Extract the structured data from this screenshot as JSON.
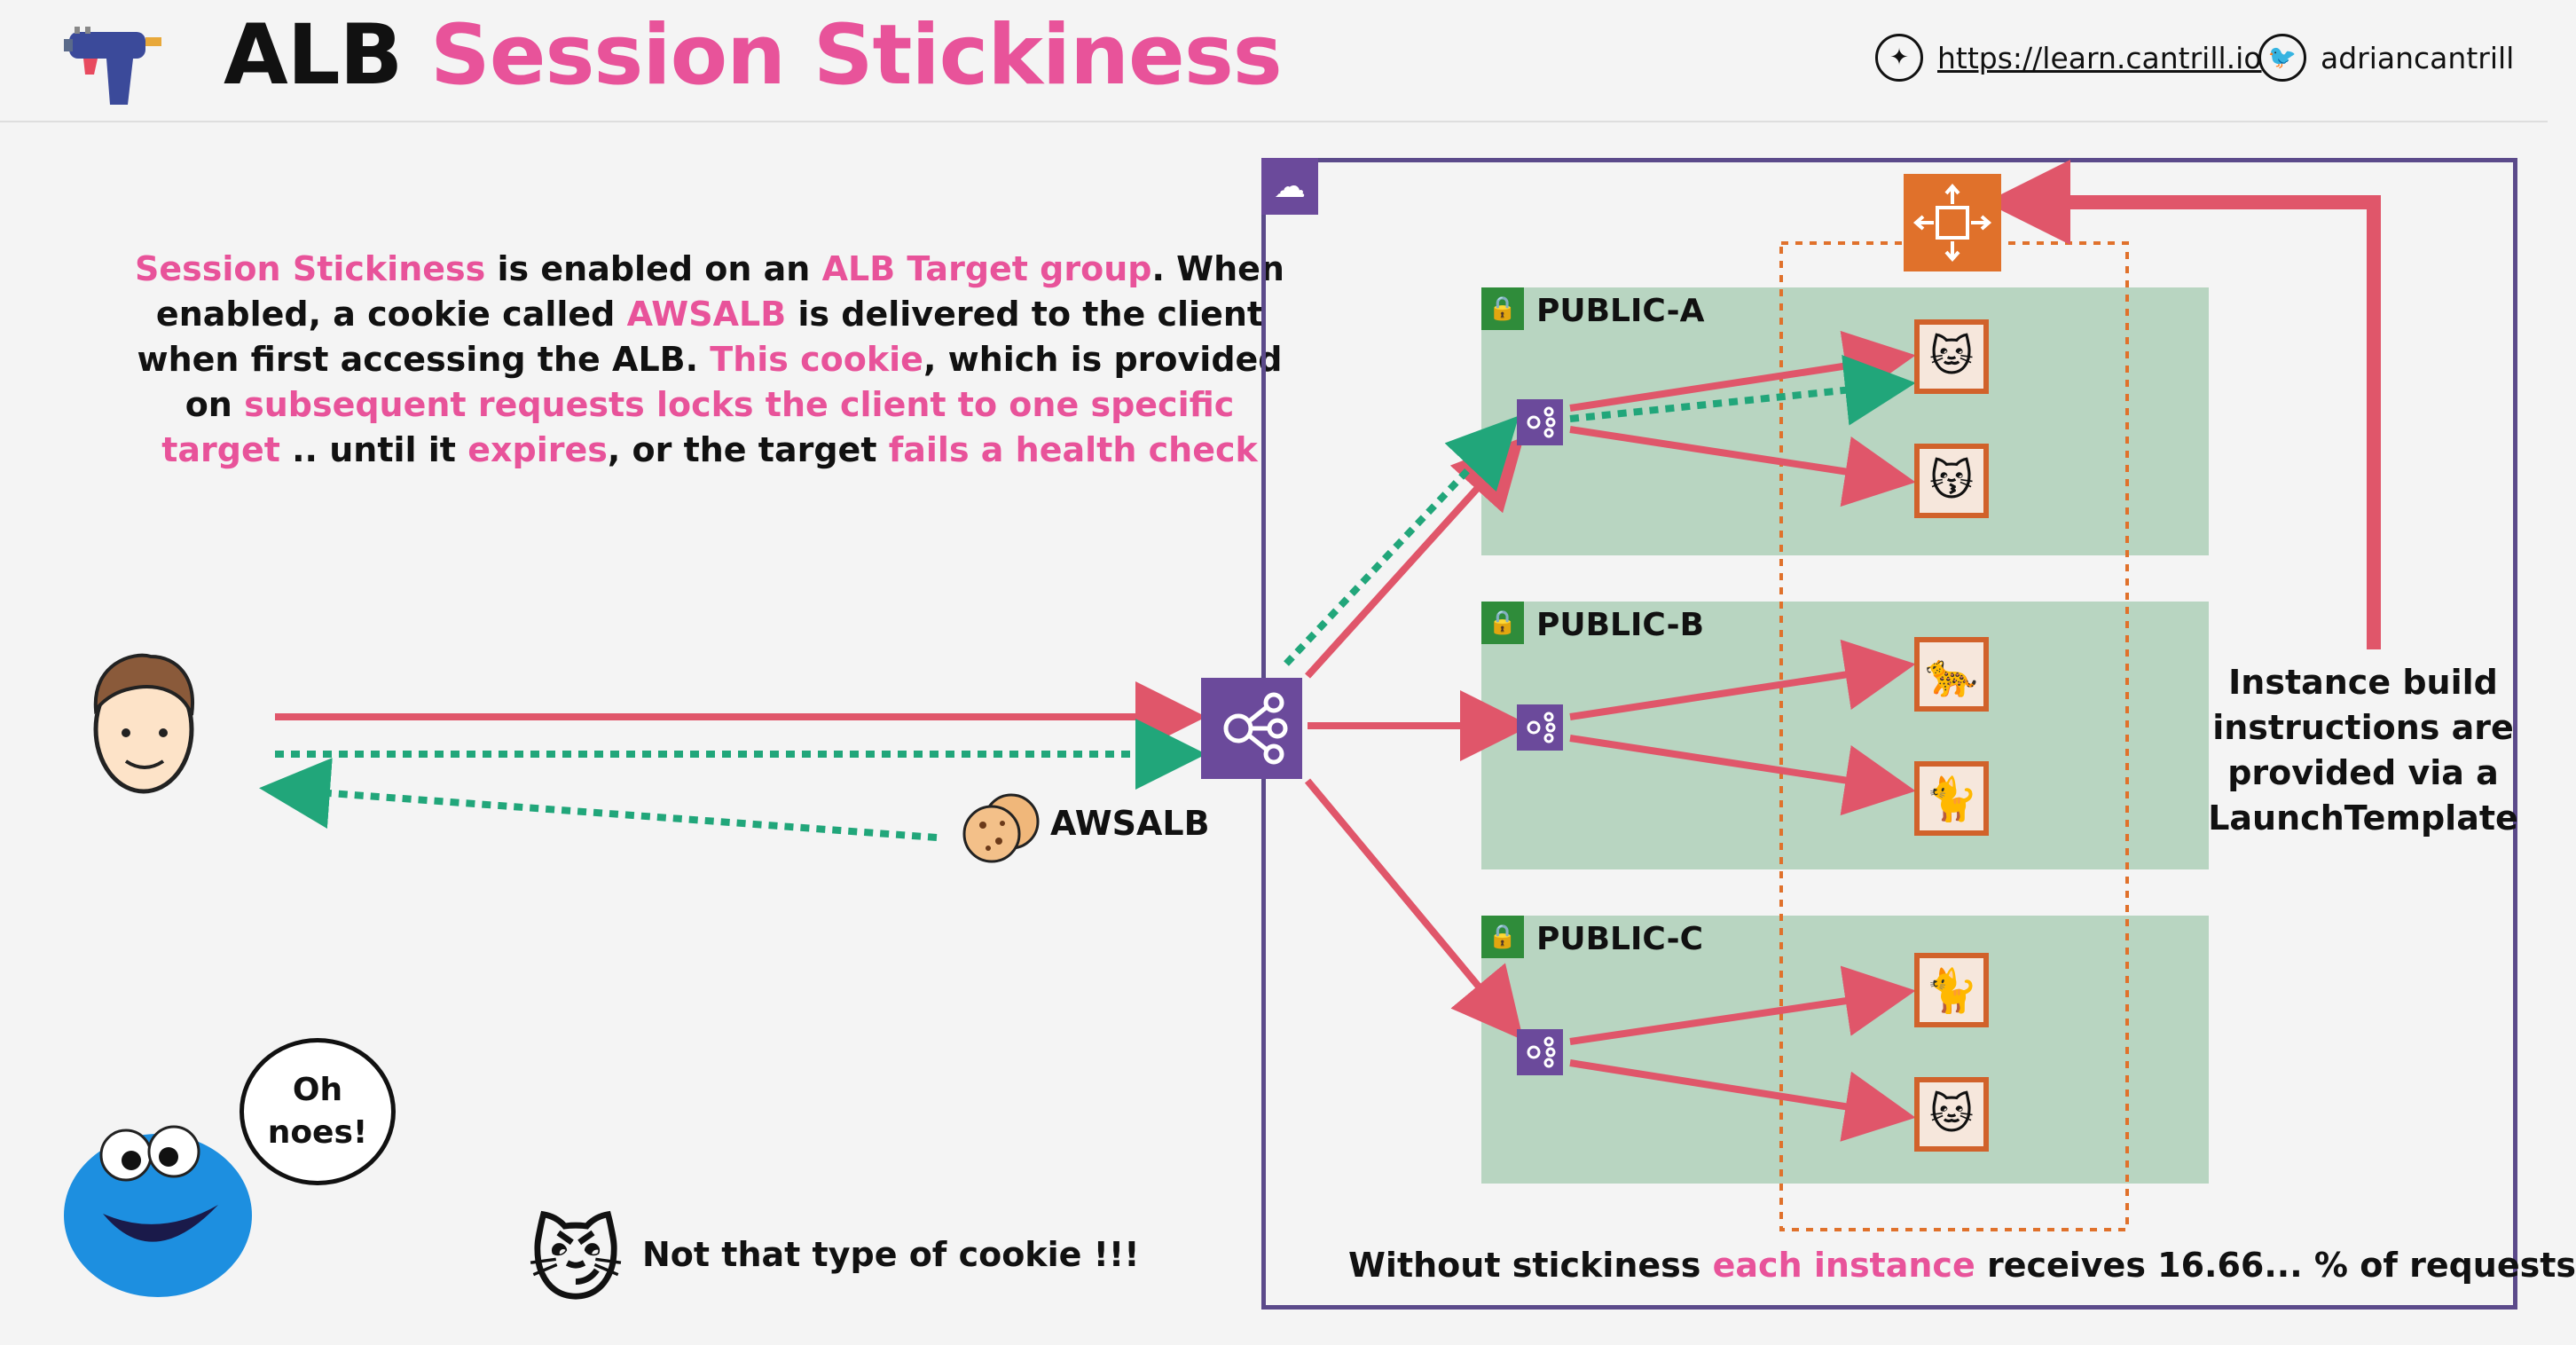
{
  "header": {
    "title_part1": "ALB",
    "title_part2": "Session Stickiness",
    "link_url": "https://learn.cantrill.io",
    "twitter_handle": "adriancantrill",
    "logo_icon": "glue-gun-icon",
    "compass_icon": "compass-icon",
    "twitter_icon": "twitter-bird-icon"
  },
  "description": {
    "line1": [
      {
        "text": "Session Stickiness",
        "hl": true
      },
      {
        "text": " is enabled on an ",
        "hl": false
      },
      {
        "text": "ALB Target group",
        "hl": true
      },
      {
        "text": ". When",
        "hl": false
      }
    ],
    "line2": [
      {
        "text": "enabled, a cookie called ",
        "hl": false
      },
      {
        "text": "AWSALB",
        "hl": true
      },
      {
        "text": " is delivered to the client",
        "hl": false
      }
    ],
    "line3": [
      {
        "text": "when first accessing the ALB. ",
        "hl": false
      },
      {
        "text": "This cookie",
        "hl": true
      },
      {
        "text": ", which is provided",
        "hl": false
      }
    ],
    "line4": [
      {
        "text": "on ",
        "hl": false
      },
      {
        "text": "subsequent requests locks the client to one specific",
        "hl": true
      }
    ],
    "line5": [
      {
        "text": "target",
        "hl": true
      },
      {
        "text": " .. until it ",
        "hl": false
      },
      {
        "text": "expires",
        "hl": true
      },
      {
        "text": ", or the target ",
        "hl": false
      },
      {
        "text": "fails a health check",
        "hl": true
      }
    ]
  },
  "cookie_label": "AWSALB",
  "bottom_note": "Not that type of cookie !!!",
  "bubble_text": "Oh noes!",
  "subnets": [
    {
      "name": "PUBLIC-A",
      "instances": [
        "cat-icon",
        "kissing-cat-icon"
      ]
    },
    {
      "name": "PUBLIC-B",
      "instances": [
        "panther-icon",
        "black-cat-icon"
      ]
    },
    {
      "name": "PUBLIC-C",
      "instances": [
        "cat-icon",
        "lucky-cat-icon"
      ]
    }
  ],
  "side_note": "Instance build instructions are provided via a LaunchTemplate",
  "footer_note": [
    {
      "text": "Without stickiness ",
      "hl": false
    },
    {
      "text": "each instance",
      "hl": true
    },
    {
      "text": " receives 16.66... % of requests",
      "hl": false
    }
  ],
  "colors": {
    "accent_pink": "#e8539a",
    "request_arrow": "#e0566a",
    "sticky_arrow": "#21a67a",
    "alb_purple": "#6b4a9b",
    "vpc_border": "#5b4a8a",
    "subnet_green": "#b8d5c1",
    "asg_orange": "#e0712b"
  }
}
